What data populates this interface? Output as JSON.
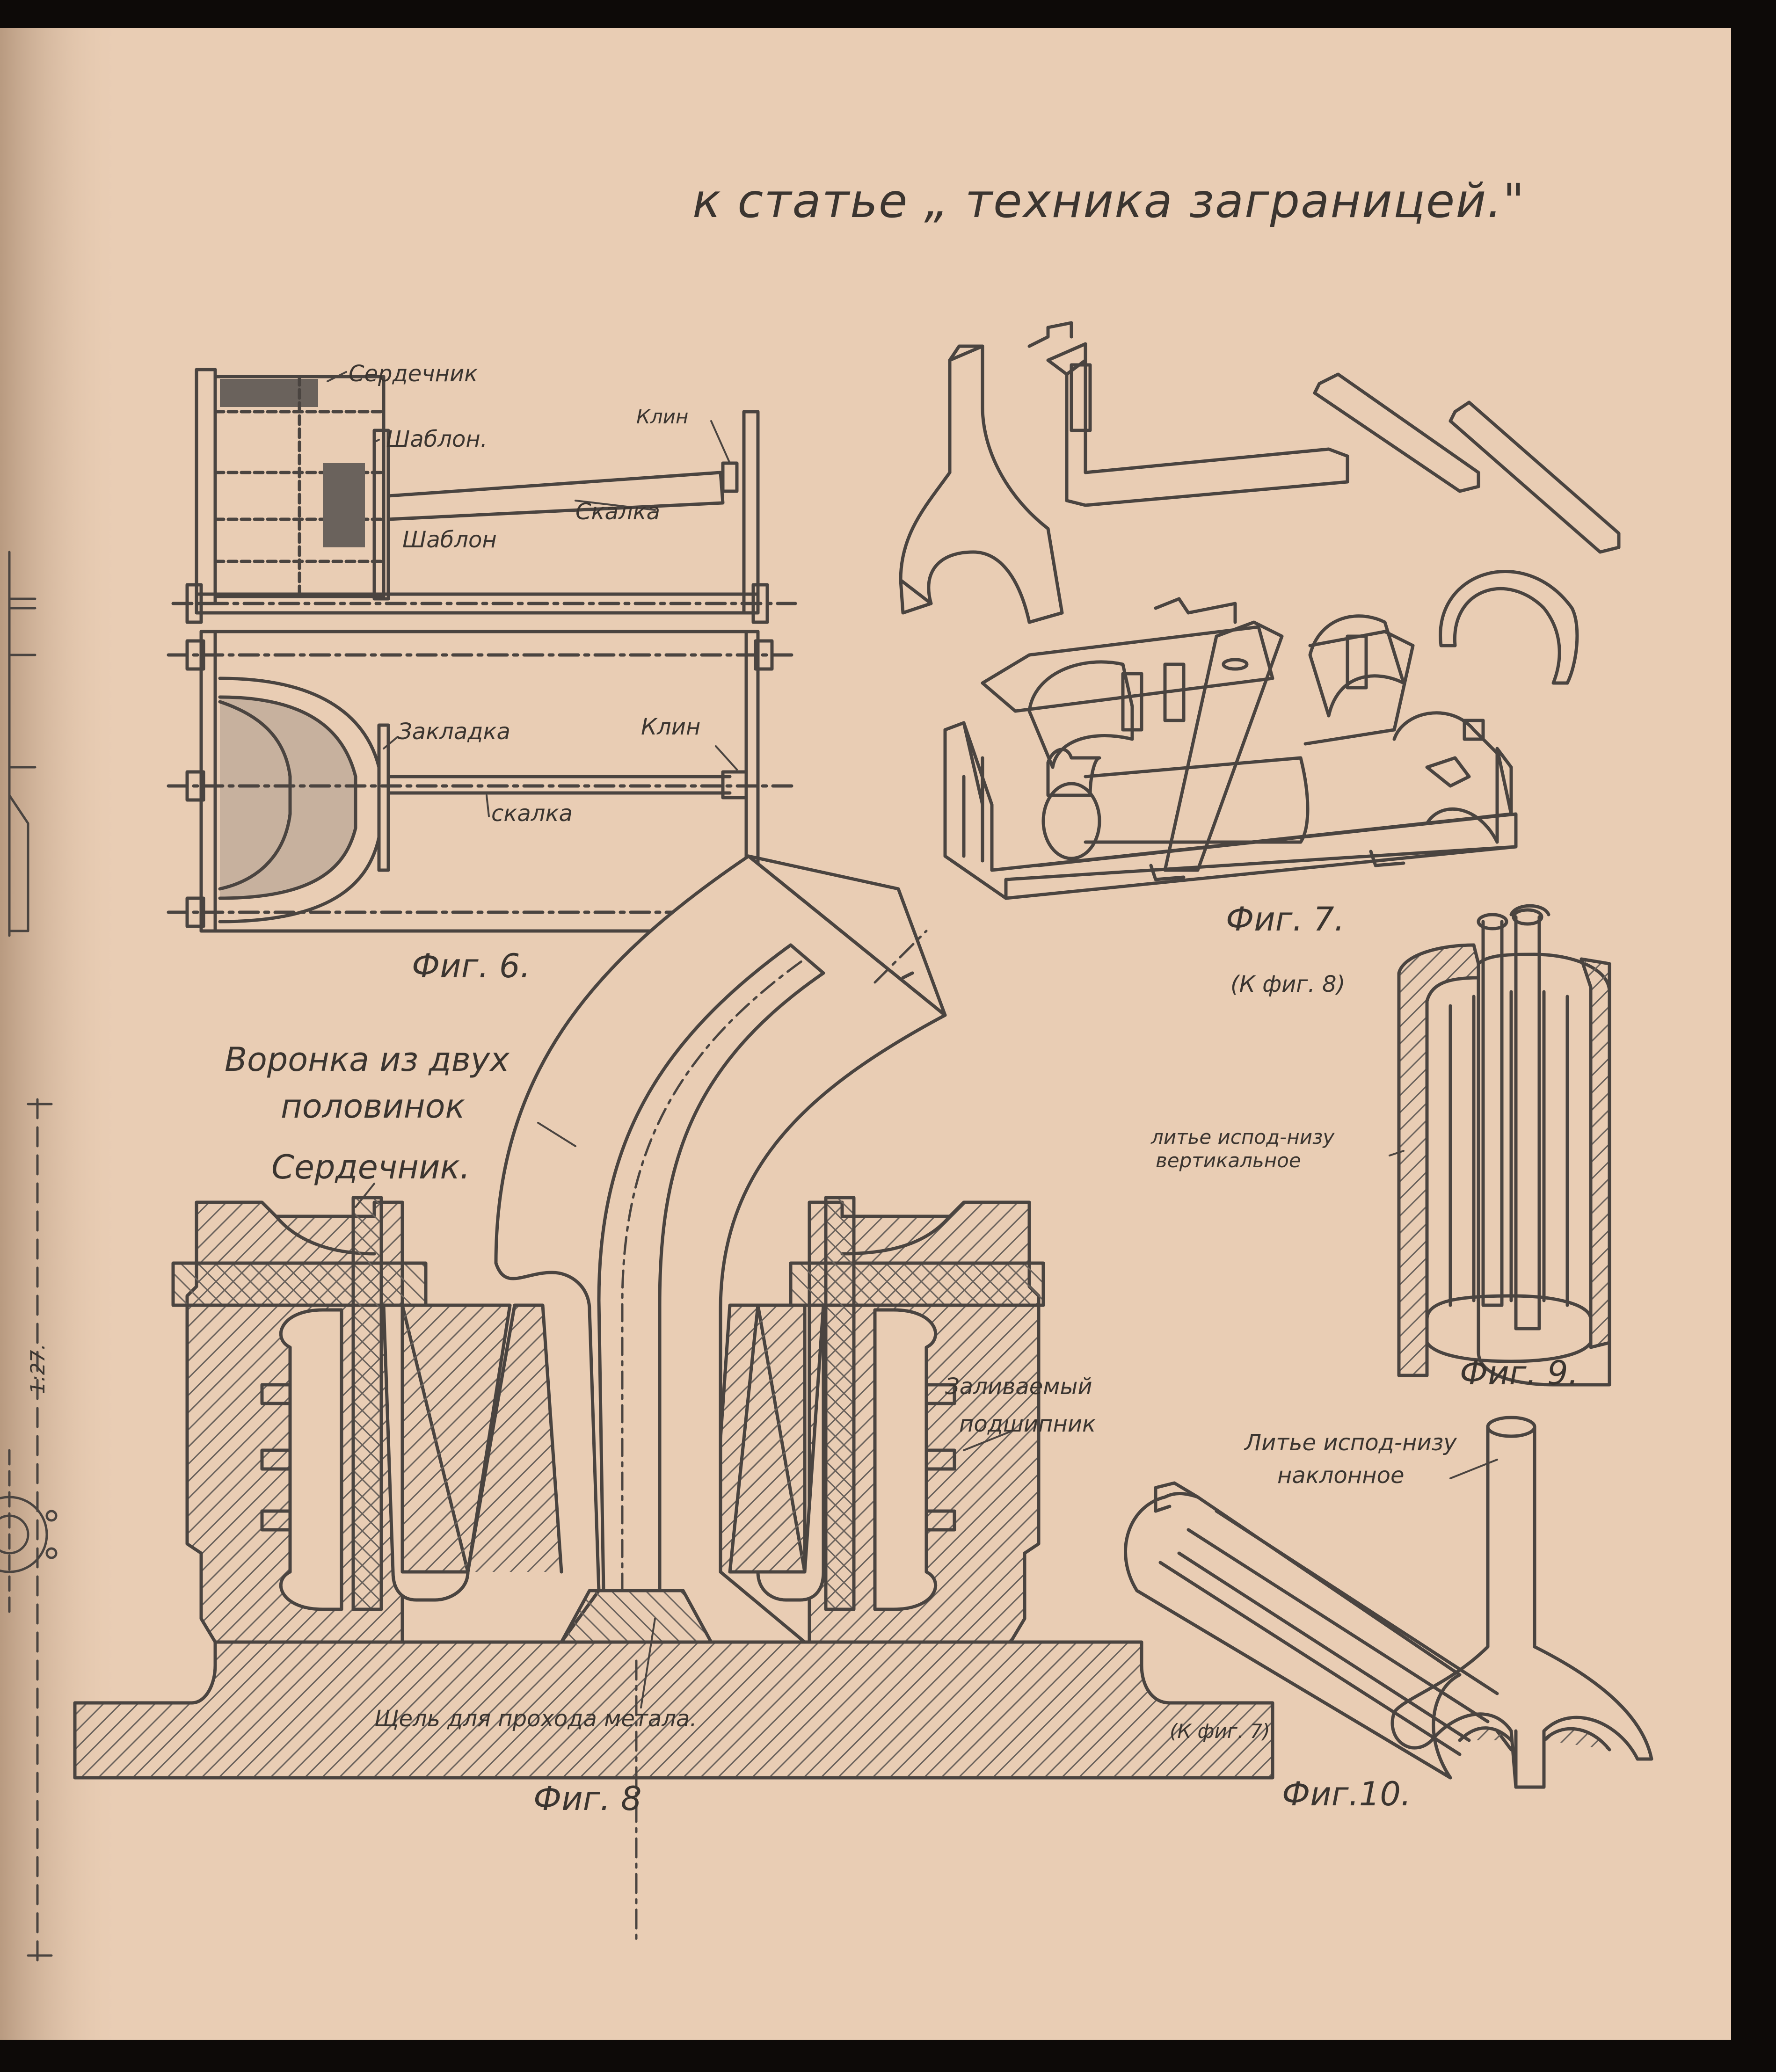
{
  "header": "к статье „ техника заграницей.\"",
  "colors": {
    "paper": "#e9cdb4",
    "ink": "#4a4440",
    "background": "#0d0a08",
    "hatch": "#6a625c"
  },
  "fig6": {
    "caption": "Фиг. 6.",
    "top_view": {
      "serdechnik": "Сердечник",
      "shablon_1": "Шаблон.",
      "klin": "Клин",
      "skalka": "Скалка",
      "shablon_2": "Шаблон"
    },
    "bottom_view": {
      "zakladka": "Закладка",
      "klin": "Клин",
      "skalka": "скалка"
    }
  },
  "fig7": {
    "caption": "Фиг. 7."
  },
  "fig8": {
    "caption": "Фиг. 8",
    "voronka_line1": "Воронка из двух",
    "voronka_line2": "половинок",
    "serdechnik": "Сердечник.",
    "zalivaemyi_line1": "Заливаемый",
    "zalivaemyi_line2": "подшипник",
    "shchel": "Щель для прохода метала."
  },
  "fig9": {
    "caption": "Фиг. 9.",
    "ref": "(К фиг. 8)",
    "lite_line1": "литье испод-низу",
    "lite_line2": "вертикальное"
  },
  "fig10": {
    "caption": "Фиг.10.",
    "ref": "(К фиг. 7)",
    "lite_line1": "Литье испод-низу",
    "lite_line2": "наклонное"
  },
  "margin_note": "1:27."
}
